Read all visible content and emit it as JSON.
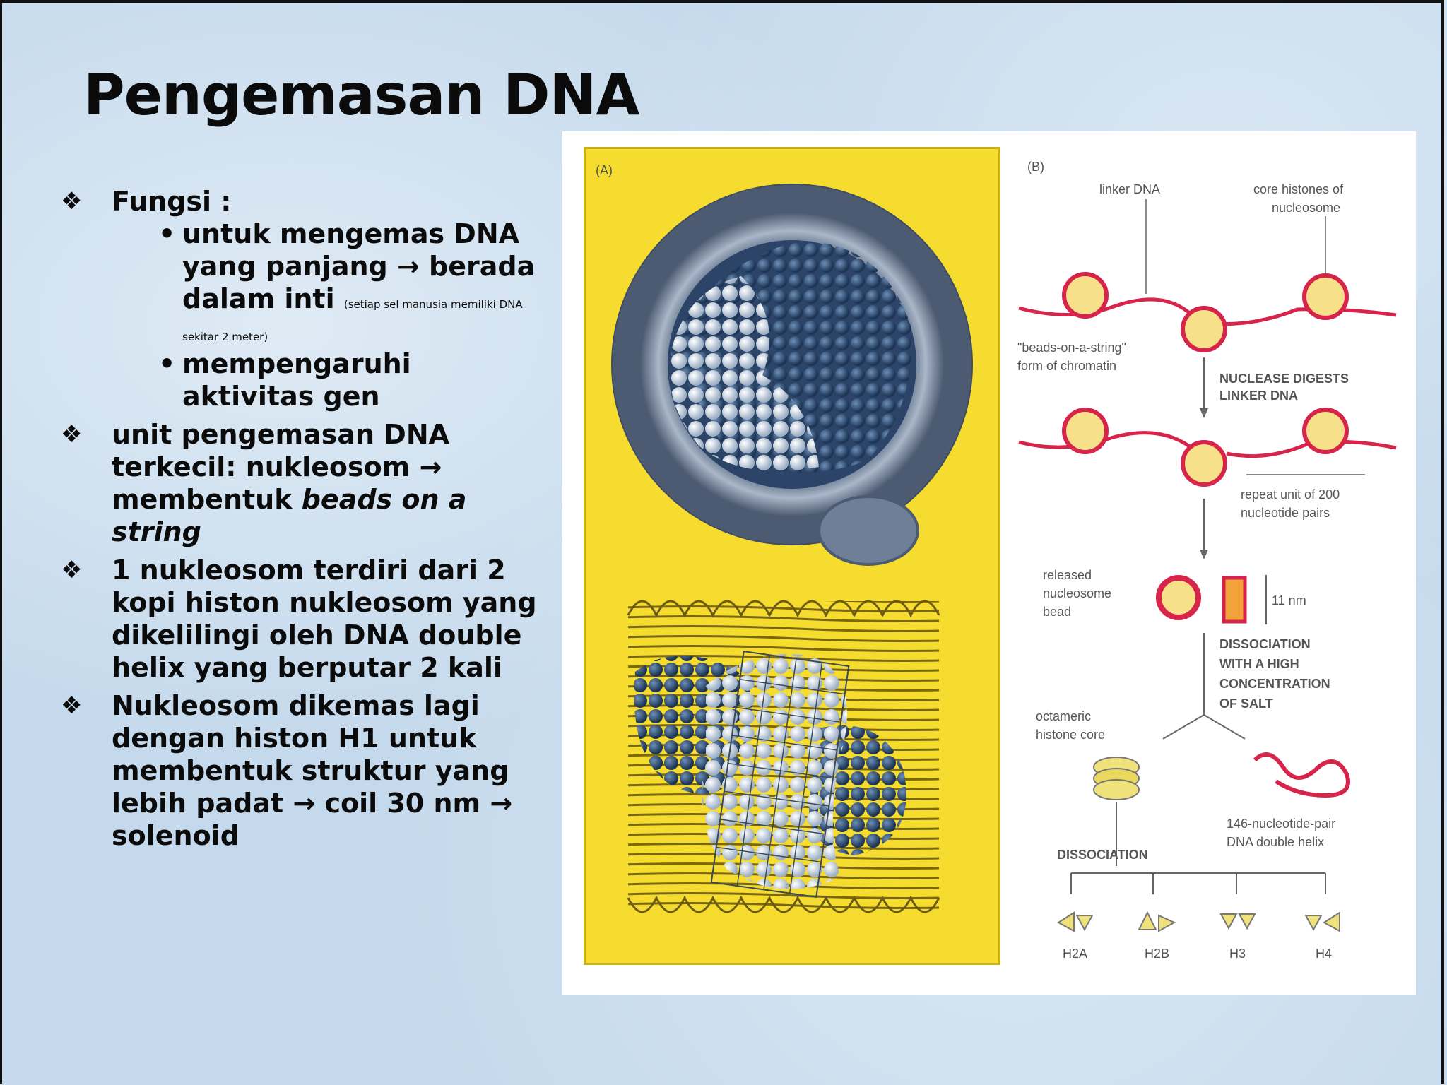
{
  "slide": {
    "title": "Pengemasan DNA",
    "bullets": [
      {
        "text": "Fungsi :",
        "sub": [
          {
            "text": "untuk mengemas DNA yang  panjang  → berada dalam inti",
            "note": "(setiap sel manusia memiliki DNA sekitar 2 meter)"
          },
          {
            "text": "mempengaruhi aktivitas gen"
          }
        ]
      },
      {
        "text_pre": "unit pengemasan DNA terkecil: nukleosom → membentuk ",
        "text_em": "beads on a string"
      },
      {
        "text": "1 nukleosom terdiri dari 2 kopi histon nukleosom yang dikelilingi oleh DNA double helix yang berputar 2 kali"
      },
      {
        "text": "Nukleosom dikemas lagi dengan histon H1 untuk membentuk struktur yang lebih padat → coil 30 nm → solenoid"
      }
    ]
  },
  "figure": {
    "panel_a_label": "(A)",
    "panel_b_label": "(B)",
    "labels": {
      "linker": "linker DNA",
      "core_1": "core histones of",
      "core_2": "nucleosome",
      "beads_1": "\"beads-on-a-string\"",
      "beads_2": "form of chromatin",
      "nuclease_1": "NUCLEASE DIGESTS",
      "nuclease_2": "LINKER DNA",
      "repeat_1": "repeat unit of 200",
      "repeat_2": "nucleotide pairs",
      "released_1": "released",
      "released_2": "nucleosome",
      "released_3": "bead",
      "size": "11 nm",
      "dissoc_1": "DISSOCIATION",
      "dissoc_2": "WITH A HIGH",
      "dissoc_3": "CONCENTRATION",
      "dissoc_4": "OF SALT",
      "octamer_1": "octameric",
      "octamer_2": "histone core",
      "dna_1": "146-nucleotide-pair",
      "dna_2": "DNA double helix",
      "dissociation": "DISSOCIATION",
      "h2a": "H2A",
      "h2b": "H2B",
      "h3": "H3",
      "h4": "H4"
    }
  }
}
